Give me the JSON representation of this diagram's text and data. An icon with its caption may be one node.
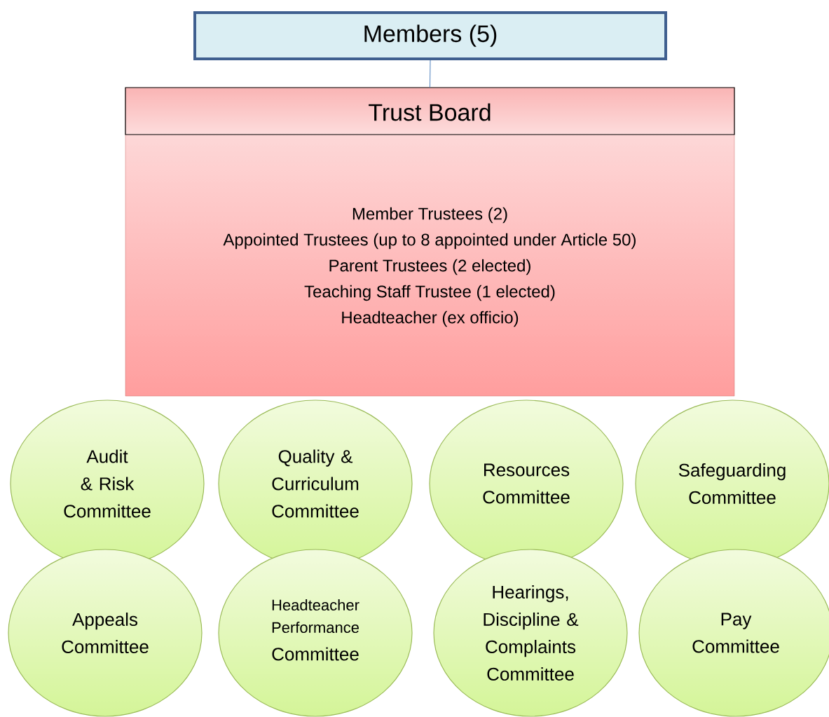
{
  "diagram": {
    "nodes": [
      {
        "text": [
          "Members (5)"
        ]
      },
      {
        "text": [
          "Trust Board",
          "Member Trustees (2)",
          "Appointed Trustees (up to 8 appointed under Article 50)",
          "Parent Trustees (2 elected)",
          "Teaching Staff Trustee (1 elected)",
          "Headteacher (ex officio)"
        ]
      },
      {
        "text": [
          "Audit & Risk Committee"
        ]
      },
      {
        "text": [
          "Quality & Curriculum Committee"
        ]
      },
      {
        "text": [
          "Resources Committee"
        ]
      },
      {
        "text": [
          "Safeguarding Committee"
        ]
      },
      {
        "text": [
          "Appeals Committee"
        ]
      },
      {
        "text": [
          "Headteacher Performance",
          "Committee"
        ]
      },
      {
        "text": [
          "Hearings, Discipline & Complaints Committee"
        ]
      },
      {
        "text": [
          "Pay Committee"
        ]
      }
    ],
    "edges": [
      {
        "from": 0,
        "to": 1,
        "arrow": "none",
        "color": "#4f81bd"
      }
    ]
  }
}
